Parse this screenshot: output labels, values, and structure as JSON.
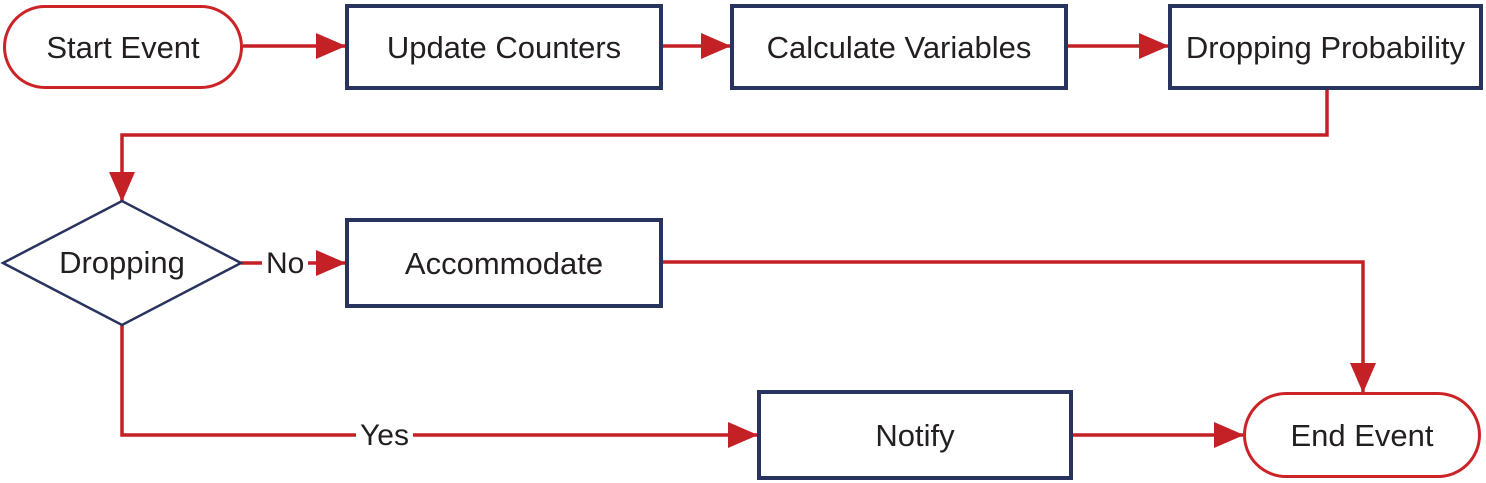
{
  "diagram": {
    "type": "flowchart",
    "colors": {
      "connector_red": "#c42127",
      "terminator_red": "#cc2327",
      "process_navy": "#28335e",
      "text": "#231f20"
    },
    "nodes": {
      "start": {
        "label": "Start Event",
        "shape": "terminator"
      },
      "update_counters": {
        "label": "Update Counters",
        "shape": "process"
      },
      "calculate_variables": {
        "label": "Calculate Variables",
        "shape": "process"
      },
      "dropping_probability": {
        "label": "Dropping Probability",
        "shape": "process"
      },
      "dropping_decision": {
        "label": "Dropping",
        "shape": "decision"
      },
      "accommodate": {
        "label": "Accommodate",
        "shape": "process"
      },
      "notify": {
        "label": "Notify",
        "shape": "process"
      },
      "end": {
        "label": "End Event",
        "shape": "terminator"
      }
    },
    "edges": [
      {
        "from": "start",
        "to": "update_counters",
        "label": ""
      },
      {
        "from": "update_counters",
        "to": "calculate_variables",
        "label": ""
      },
      {
        "from": "calculate_variables",
        "to": "dropping_probability",
        "label": ""
      },
      {
        "from": "dropping_probability",
        "to": "dropping_decision",
        "label": ""
      },
      {
        "from": "dropping_decision",
        "to": "accommodate",
        "label": "No"
      },
      {
        "from": "dropping_decision",
        "to": "notify",
        "label": "Yes"
      },
      {
        "from": "accommodate",
        "to": "end",
        "label": ""
      },
      {
        "from": "notify",
        "to": "end",
        "label": ""
      }
    ]
  }
}
